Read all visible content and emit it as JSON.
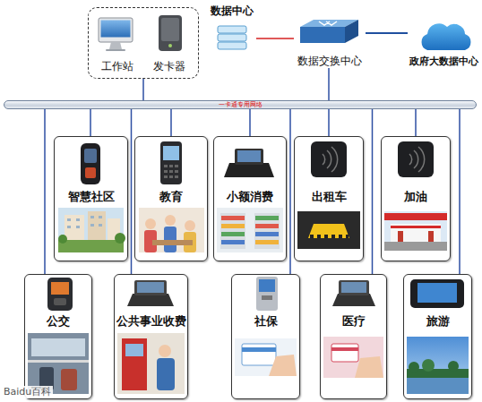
{
  "diagram": {
    "nodes": [
      {
        "text": [
          "工作站",
          "发卡器"
        ]
      },
      {
        "text": [
          "数据中心"
        ]
      },
      {
        "text": [
          "数据交换中心"
        ]
      },
      {
        "text": [
          "政府大数据中心"
        ]
      },
      {
        "text": [
          "一卡通专用网络"
        ]
      },
      {
        "text": [
          "智慧社区"
        ]
      },
      {
        "text": [
          "教育"
        ]
      },
      {
        "text": [
          "小额消费"
        ]
      },
      {
        "text": [
          "出租车"
        ]
      },
      {
        "text": [
          "加油"
        ]
      },
      {
        "text": [
          "公交"
        ]
      },
      {
        "text": [
          "公共事业收费"
        ]
      },
      {
        "text": [
          "社保"
        ]
      },
      {
        "text": [
          "医疗"
        ]
      },
      {
        "text": [
          "旅游"
        ]
      }
    ],
    "edges": [
      {
        "from": 0,
        "to": 4,
        "arrow": "none"
      },
      {
        "from": 1,
        "to": 2,
        "arrow": "none"
      },
      {
        "from": 2,
        "to": 3,
        "arrow": "none"
      },
      {
        "from": 2,
        "to": 4,
        "arrow": "none"
      },
      {
        "from": 4,
        "to": 5,
        "arrow": "none"
      },
      {
        "from": 4,
        "to": 6,
        "arrow": "none"
      },
      {
        "from": 4,
        "to": 7,
        "arrow": "none"
      },
      {
        "from": 4,
        "to": 8,
        "arrow": "none"
      },
      {
        "from": 4,
        "to": 9,
        "arrow": "none"
      },
      {
        "from": 4,
        "to": 10,
        "arrow": "none"
      },
      {
        "from": 4,
        "to": 11,
        "arrow": "none"
      },
      {
        "from": 4,
        "to": 12,
        "arrow": "none"
      },
      {
        "from": 4,
        "to": 13,
        "arrow": "none"
      },
      {
        "from": 4,
        "to": 14,
        "arrow": "none"
      }
    ],
    "labels": [
      "Baidu百科"
    ]
  }
}
